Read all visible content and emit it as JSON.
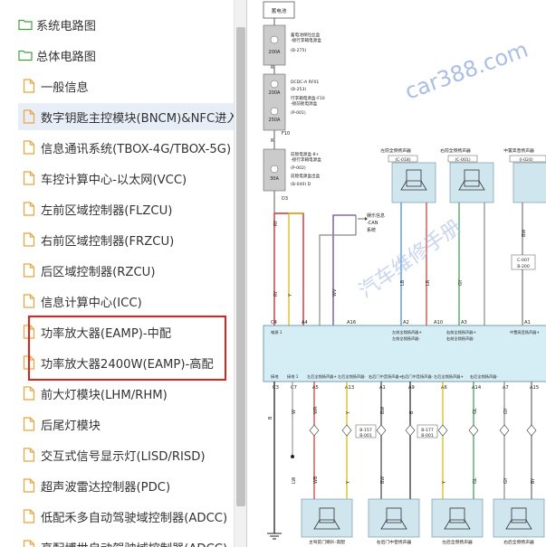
{
  "sidebar": {
    "items": [
      {
        "label": "系统电路图",
        "kind": "folder"
      },
      {
        "label": "总体电路图",
        "kind": "folder"
      },
      {
        "label": "一般信息",
        "kind": "file"
      },
      {
        "label": "数字钥匙主控模块(BNCM)&NFC进入",
        "kind": "file"
      },
      {
        "label": "信息通讯系统(TBOX-4G/TBOX-5G)",
        "kind": "file"
      },
      {
        "label": "车控计算中心-以太网(VCC)",
        "kind": "file"
      },
      {
        "label": "左前区域控制器(FLZCU)",
        "kind": "file"
      },
      {
        "label": "右前区域控制器(FRZCU)",
        "kind": "file"
      },
      {
        "label": "后区域控制器(RZCU)",
        "kind": "file"
      },
      {
        "label": "信息计算中心(ICC)",
        "kind": "file"
      },
      {
        "label": "功率放大器(EAMP)-中配",
        "kind": "file"
      },
      {
        "label": "功率放大器2400W(EAMP)-高配",
        "kind": "file"
      },
      {
        "label": "前大灯模块(LHM/RHM)",
        "kind": "file"
      },
      {
        "label": "后尾灯模块",
        "kind": "file"
      },
      {
        "label": "交互式信号显示灯(LISD/RISD)",
        "kind": "file"
      },
      {
        "label": "超声波雷达控制器(PDC)",
        "kind": "file"
      },
      {
        "label": "低配禾多自动驾驶域控制器(ADCC)",
        "kind": "file"
      },
      {
        "label": "高配博世自动驾驶域控制器(ADCC)",
        "kind": "file"
      }
    ]
  },
  "diagram": {
    "battery": "蓄电池",
    "fuse_box1_lines": [
      "蓄电池保险丝盒",
      "-接行李箱电源盒",
      "(B-275)"
    ],
    "fuse1_rating": "200A",
    "wire_r": "R",
    "dcdc_lines": [
      "DCDC-A RF01",
      "(B-253)",
      "行李箱电源盒-F10",
      "-接前舱电源盒",
      "(P-001)"
    ],
    "fuse2_rating": "200A",
    "fuse3_rating": "250A",
    "wire_f10": "F10",
    "fuse_box3_lines": [
      "前舱电源盒-8+",
      "-接行李箱电源盒",
      "(P-002)",
      "前舱电源盒出盒",
      "(B-040) D"
    ],
    "fuse4_rating": "30A",
    "wire_d3": "D3",
    "can_lines": [
      "娱乐信息",
      "-CAN",
      "系统"
    ],
    "speakers_top": [
      {
        "title": "左前全频扬声器",
        "code": "(C-018)"
      },
      {
        "title": "右前全频扬声器",
        "code": "(C-001)"
      },
      {
        "title": "中置高音扬声器",
        "code": "(I-024)"
      }
    ],
    "upper_wires": [
      "RY",
      "RY",
      "Y",
      "WV",
      "LB",
      "LR",
      "GY",
      "BW"
    ],
    "side_connectors": [
      "C-007",
      "B-200"
    ],
    "pins_top": [
      "C4",
      "A4",
      "A16",
      "A2",
      "A10",
      "A3",
      "A1"
    ],
    "module_inner_top": [
      "电源 1",
      "左前全频扬声器+",
      "左前全频扬声器-",
      "右前全频扬声器+",
      "右前全频扬声器-",
      "中置高音扬声器+"
    ],
    "module_inner_bottom": [
      "接地",
      "接地 1",
      "左后全频扬声器+",
      "左后全频扬声器-",
      "右后门中音扬声器+",
      "右后门中音扬声器-",
      "左后全频扬声器+",
      "右后全频扬声器-"
    ],
    "pins_bottom": [
      "C3",
      "C7",
      "A5",
      "A13",
      "A1",
      "A9",
      "A6",
      "A14",
      "A7",
      "A15"
    ],
    "lower_wires": [
      "B",
      "W",
      "WR",
      "Y",
      "BW",
      "B",
      "GL",
      "GY"
    ],
    "connectors_mid": [
      "B-157",
      "B-001",
      "B-177",
      "B-001"
    ],
    "lower_wires2": [
      "LW",
      "WB",
      "Y",
      "BW",
      "Y",
      "GL",
      "GY",
      "BY"
    ],
    "speakers_bottom": [
      "主驾前门喇叭-高配",
      "右后门中音扬声器",
      "左后全频扬声器",
      "右后全频扬声器"
    ],
    "watermark": "car388.com",
    "watermark2": "汽车维修手册"
  }
}
